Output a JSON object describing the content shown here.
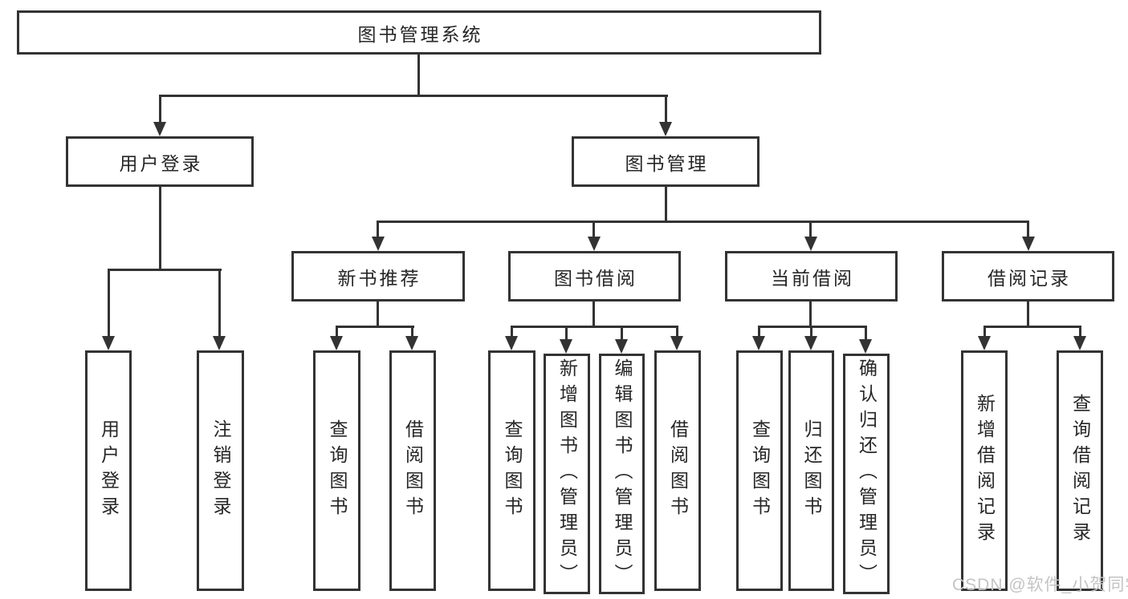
{
  "diagram_title": "图书管理系统",
  "tree": {
    "root": {
      "label": "图书管理系统"
    },
    "user_branch": {
      "label": "用户登录",
      "children": [
        {
          "label": "用户登录"
        },
        {
          "label": "注销登录"
        }
      ]
    },
    "book_branch": {
      "label": "图书管理",
      "groups": [
        {
          "label": "新书推荐",
          "children": [
            {
              "label": "查询图书"
            },
            {
              "label": "借阅图书"
            }
          ]
        },
        {
          "label": "图书借阅",
          "children": [
            {
              "label": "查询图书"
            },
            {
              "label": "新增图书（管理员）"
            },
            {
              "label": "编辑图书（管理员）"
            },
            {
              "label": "借阅图书"
            }
          ]
        },
        {
          "label": "当前借阅",
          "children": [
            {
              "label": "查询图书"
            },
            {
              "label": "归还图书"
            },
            {
              "label": "确认归还（管理员）"
            }
          ]
        },
        {
          "label": "借阅记录",
          "children": [
            {
              "label": "新增借阅记录"
            },
            {
              "label": "查询借阅记录"
            }
          ]
        }
      ]
    }
  },
  "watermark": {
    "text": "CSDN @软件_小贺同学"
  },
  "colors": {
    "line": "#333333",
    "text": "#262626",
    "wm": "#c4c4c4",
    "bg": "#ffffff"
  }
}
